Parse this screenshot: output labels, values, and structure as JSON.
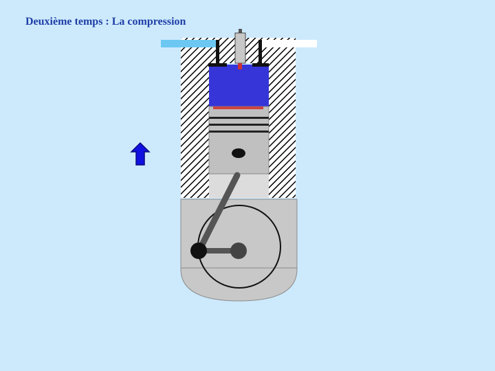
{
  "slide": {
    "title": "Deuxième temps : La compression"
  },
  "diagram": {
    "stroke": "compression",
    "piston_direction": "up",
    "colors": {
      "background": "#cdeafd",
      "title": "#1f3fa6",
      "compressed_gas": "#3535d8",
      "intake_pipe": "#6cc8f2",
      "exhaust_pipe": "#ffffff",
      "piston": "#c0c0c0",
      "cylinder_bore": "#dcdcdc",
      "crankcase": "#c8c8c8",
      "arrow": "#1010e0",
      "spark_tip": "#cc3333"
    },
    "icons": {
      "direction_arrow": "up-arrow-icon",
      "spark_plug": "spark-plug-icon"
    }
  }
}
